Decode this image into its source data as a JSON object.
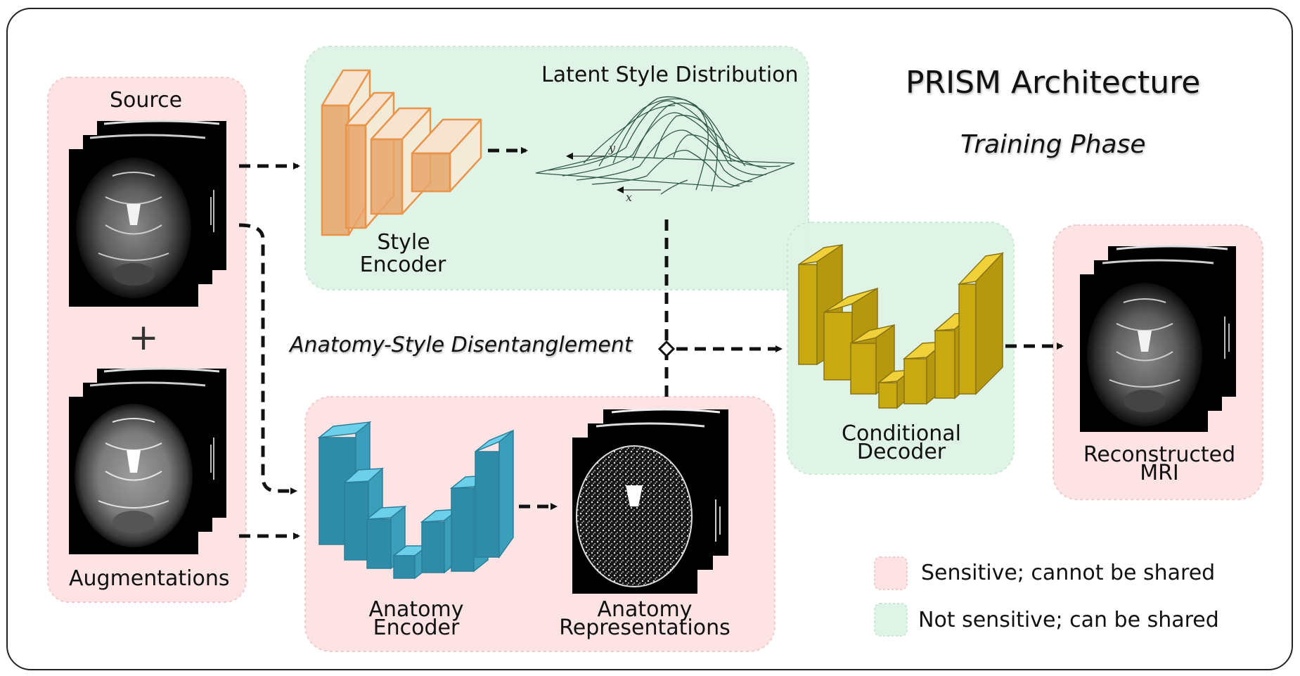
{
  "title": "PRISM Architecture",
  "subtitle": "Training Phase",
  "input_panel": {
    "top_label": "Source",
    "plus": "+",
    "bottom_label": "Augmentations"
  },
  "style_panel": {
    "encoder_line1": "Style",
    "encoder_line2": "Encoder",
    "distribution_label": "Latent Style Distribution",
    "axis_y": "y",
    "axis_x": "x"
  },
  "middle_label": "Anatomy-Style Disentanglement",
  "anatomy_panel": {
    "encoder_line1": "Anatomy",
    "encoder_line2": "Encoder",
    "rep_line1": "Anatomy",
    "rep_line2": "Representations"
  },
  "decoder_panel": {
    "line1": "Conditional",
    "line2": "Decoder"
  },
  "output_panel": {
    "line1": "Reconstructed",
    "line2": "MRI"
  },
  "legend": [
    {
      "label": "Sensitive; cannot be shared",
      "color": "#fde3e3"
    },
    {
      "label": "Not sensitive; can be shared",
      "color": "#dff3e6"
    }
  ],
  "colors": {
    "sensitive": "#fde3e3",
    "shareable": "#dff3e6",
    "style_encoder": "#e8954a",
    "anatomy_encoder": "#35a9c8",
    "decoder": "#d9b71a"
  },
  "icons": [
    "brain-mri-stack",
    "gaussian-surface",
    "dashed-arrow",
    "plus-sign"
  ]
}
